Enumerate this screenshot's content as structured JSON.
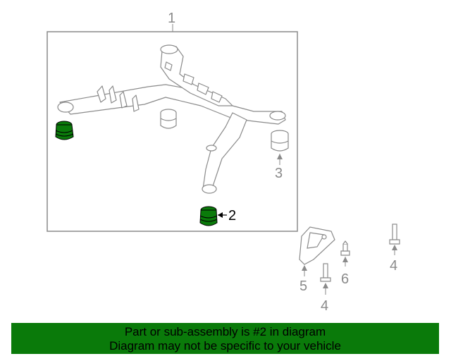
{
  "callouts": {
    "c1": "1",
    "c2": "2",
    "c3": "3",
    "c4a": "4",
    "c4b": "4",
    "c5": "5",
    "c6": "6"
  },
  "banner": {
    "line1": "Part or sub-assembly is #2 in diagram",
    "line2": "Diagram may not be specific to your vehicle"
  },
  "colors": {
    "highlight": "#0a7a0a",
    "banner_bg": "#0a7a0a",
    "line_art": "#8a8a8a"
  }
}
